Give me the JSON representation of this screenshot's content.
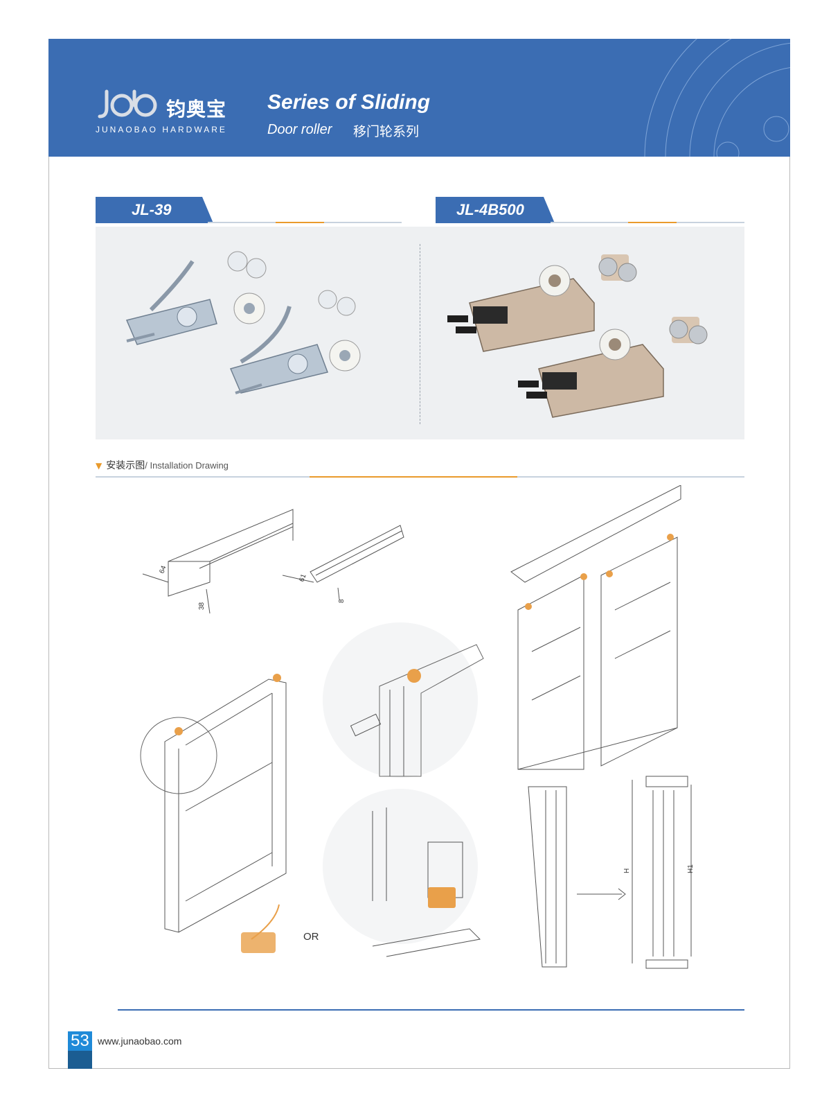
{
  "header": {
    "brand_cn": "钧奥宝",
    "brand_en": "JUNAOBAO HARDWARE",
    "series_title": "Series of Sliding",
    "series_sub": "Door roller",
    "series_cn": "移门轮系列"
  },
  "products": [
    {
      "model": "JL-39"
    },
    {
      "model": "JL-4B500"
    }
  ],
  "installation": {
    "heading_cn": "安装示图",
    "heading_en": "/ Installation Drawing",
    "or_label": "OR",
    "dims": {
      "top_track_a": "64",
      "top_track_b": "38",
      "bottom_track_a": "61",
      "bottom_track_b": "8",
      "height": "H",
      "height_1": "H1"
    }
  },
  "footer": {
    "page_number": "53",
    "website": "www.junaobao.com"
  },
  "colors": {
    "brand_blue": "#3b6db3",
    "accent_orange": "#e99a2b",
    "page_badge_blue": "#1f8ad8"
  }
}
